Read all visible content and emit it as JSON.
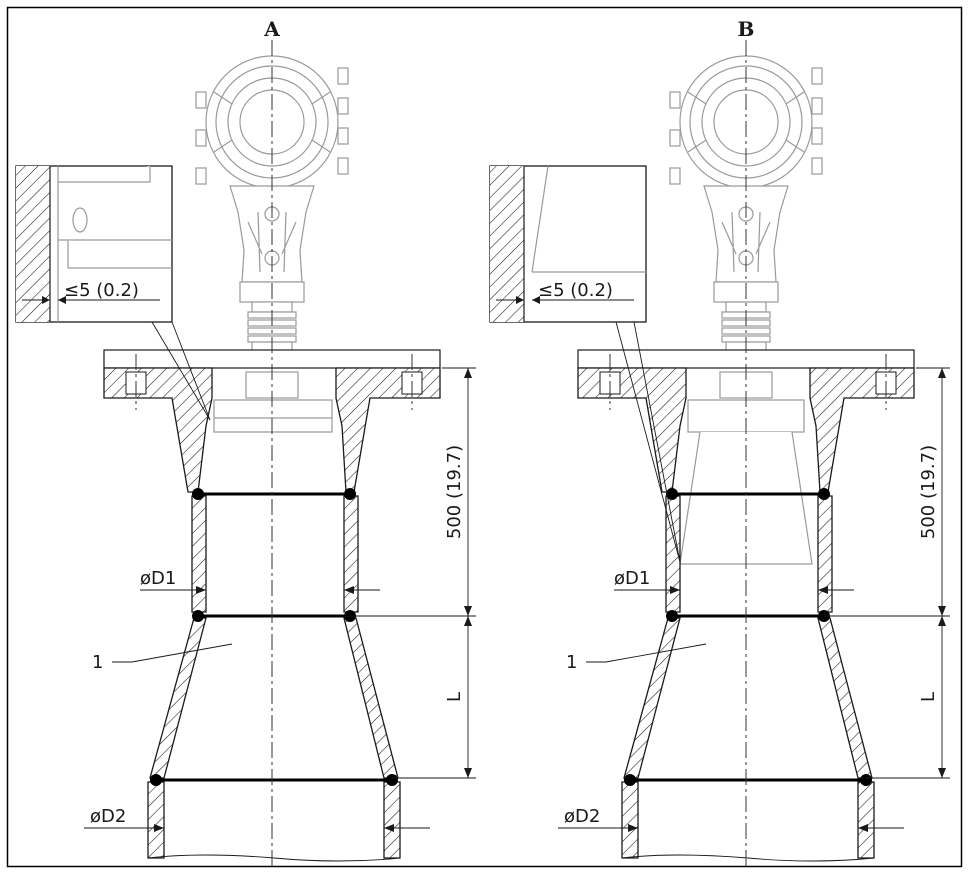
{
  "panels": [
    {
      "id": "A",
      "label": "A",
      "gap_label": "≤5 (0.2)",
      "dim_height_label": "500 (19.7)",
      "dim_L_label": "L",
      "d1_label": "øD1",
      "d2_label": "øD2",
      "callout_label": "1"
    },
    {
      "id": "B",
      "label": "B",
      "gap_label": "≤5 (0.2)",
      "dim_height_label": "500 (19.7)",
      "dim_L_label": "L",
      "d1_label": "øD1",
      "d2_label": "øD2",
      "callout_label": "1"
    }
  ],
  "colors": {
    "line": "#1a1a1a",
    "device_outline": "#9a9a9a",
    "frame": "#000000"
  }
}
